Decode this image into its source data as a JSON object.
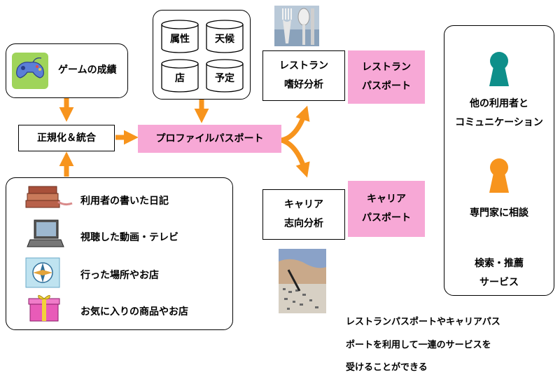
{
  "sources": {
    "game": "ゲームの成績",
    "diary": "利用者の書いた日記",
    "video": "視聴した動画・テレビ",
    "places": "行った場所やお店",
    "favorites": "お気に入りの商品やお店"
  },
  "normalize": "正規化＆統合",
  "db": {
    "attr": "属性",
    "weather": "天候",
    "store": "店",
    "schedule": "予定"
  },
  "profile_passport": "プロファイルパスポート",
  "restaurant_analysis": {
    "line1": "レストラン",
    "line2": "嗜好分析"
  },
  "restaurant_passport": {
    "line1": "レストラン",
    "line2": "パスポート"
  },
  "career_analysis": {
    "line1": "キャリア",
    "line2": "志向分析"
  },
  "career_passport": {
    "line1": "キャリア",
    "line2": "パスポート"
  },
  "services": {
    "communicate_line1": "他の利用者と",
    "communicate_line2": "コミュニケーション",
    "expert": "専門家に相談",
    "search_line1": "検索・推薦",
    "search_line2": "サービス"
  },
  "footnote": {
    "line1": "レストランパスポートやキャリアパス",
    "line2": "ポートを利用して一連のサービスを",
    "line3": "受けることができる"
  },
  "colors": {
    "arrow": "#f7941d",
    "passport": "#f7a8d6",
    "person_teal": "#0e8f8a",
    "person_orange": "#f7941d"
  },
  "icons": [
    "gamepad-icon",
    "books-icon",
    "laptop-icon",
    "compass-icon",
    "gift-icon",
    "cutlery-photo",
    "writing-photo",
    "person-icon"
  ]
}
